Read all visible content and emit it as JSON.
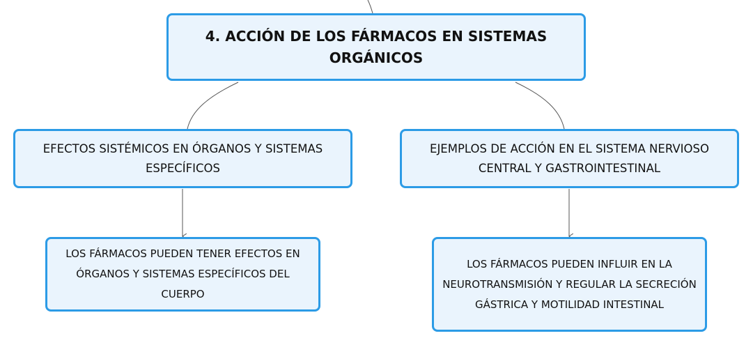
{
  "colors": {
    "node_border": "#2c9be6",
    "node_fill": "#eaf4fd",
    "connector": "#555555"
  },
  "root": {
    "label": "4. ACCIÓN DE LOS FÁRMACOS EN SISTEMAS ORGÁNICOS"
  },
  "branches": [
    {
      "label": "EFECTOS SISTÉMICOS EN ÓRGANOS Y SISTEMAS ESPECÍFICOS",
      "child": "LOS FÁRMACOS PUEDEN TENER EFECTOS EN ÓRGANOS Y SISTEMAS ESPECÍFICOS DEL CUERPO"
    },
    {
      "label": "EJEMPLOS DE ACCIÓN EN EL SISTEMA NERVIOSO CENTRAL Y GASTROINTESTINAL",
      "child": "LOS FÁRMACOS PUEDEN INFLUIR EN LA NEUROTRANSMISIÓN Y REGULAR LA SECRECIÓN GÁSTRICA Y MOTILIDAD INTESTINAL"
    }
  ]
}
